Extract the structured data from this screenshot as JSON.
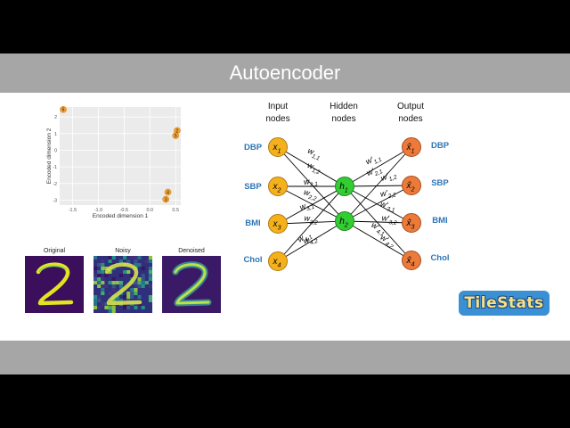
{
  "slide": {
    "title": "Autoencoder",
    "colors": {
      "band": "#a6a6a6",
      "input_node": "#f5b11b",
      "hidden_node": "#33cc33",
      "output_node": "#ec7a3a",
      "var_label": "#2e75b6"
    }
  },
  "scatter": {
    "xlabel": "Encoded dimension 1",
    "ylabel": "Encoded dimension 2",
    "x_ticks": [
      "-1.5",
      "-1.0",
      "-0.5",
      "0.0",
      "0.5"
    ],
    "y_ticks": [
      "2",
      "1",
      "0",
      "-1",
      "-2",
      "-3"
    ],
    "point_color": "#f0a030"
  },
  "chart_data": {
    "type": "scatter",
    "title": "",
    "xlabel": "Encoded dimension 1",
    "ylabel": "Encoded dimension 2",
    "xlim": [
      -1.75,
      0.6
    ],
    "ylim": [
      -3.3,
      2.6
    ],
    "grid": true,
    "points": [
      {
        "label": "6",
        "x": -1.68,
        "y": 2.45
      },
      {
        "label": "2",
        "x": 0.53,
        "y": 1.18
      },
      {
        "label": "5",
        "x": 0.5,
        "y": 0.88
      },
      {
        "label": "4",
        "x": 0.35,
        "y": -2.52
      },
      {
        "label": "3",
        "x": 0.31,
        "y": -2.95
      }
    ]
  },
  "digits": {
    "panels": [
      {
        "label": "Original"
      },
      {
        "label": "Noisy"
      },
      {
        "label": "Denoised"
      }
    ]
  },
  "network": {
    "column_headers": [
      {
        "line1": "Input",
        "line2": "nodes"
      },
      {
        "line1": "Hidden",
        "line2": "nodes"
      },
      {
        "line1": "Output",
        "line2": "nodes"
      }
    ],
    "variables": [
      "DBP",
      "SBP",
      "BMI",
      "Chol"
    ],
    "inputs": [
      {
        "base": "x",
        "sub": "1"
      },
      {
        "base": "x",
        "sub": "2"
      },
      {
        "base": "x",
        "sub": "3"
      },
      {
        "base": "x",
        "sub": "4"
      }
    ],
    "hidden": [
      {
        "base": "h",
        "sub": "1"
      },
      {
        "base": "h",
        "sub": "2"
      }
    ],
    "outputs": [
      {
        "base": "x̂",
        "sub": "1"
      },
      {
        "base": "x̂",
        "sub": "2"
      },
      {
        "base": "x̂",
        "sub": "3"
      },
      {
        "base": "x̂",
        "sub": "4"
      }
    ],
    "input_weights": [
      {
        "base": "w",
        "sub": "1,1"
      },
      {
        "base": "w",
        "sub": "1,2"
      },
      {
        "base": "w",
        "sub": "2,1"
      },
      {
        "base": "w",
        "sub": "2,2"
      },
      {
        "base": "w",
        "sub": "3,1"
      },
      {
        "base": "w",
        "sub": "3,2"
      },
      {
        "base": "w",
        "sub": "4,1"
      },
      {
        "base": "w",
        "sub": "4,2"
      }
    ],
    "output_weights": [
      {
        "base": "w′",
        "sub": "1,1"
      },
      {
        "base": "w′",
        "sub": "2,1"
      },
      {
        "base": "w′",
        "sub": "1,2"
      },
      {
        "base": "w′",
        "sub": "2,2"
      },
      {
        "base": "w′",
        "sub": "3,1"
      },
      {
        "base": "w′",
        "sub": "3,2"
      },
      {
        "base": "w′",
        "sub": "4,1"
      },
      {
        "base": "w′",
        "sub": "4,2"
      }
    ]
  },
  "brand": {
    "logo_text": "TileStats"
  }
}
